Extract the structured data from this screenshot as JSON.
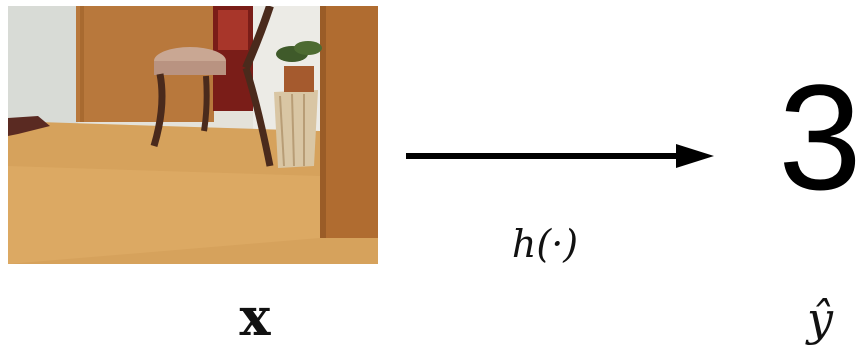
{
  "input": {
    "label": "x",
    "image": "photo-of-room-floor-with-chair"
  },
  "mapping": {
    "function_label": "h(·)",
    "arrow": "right-arrow-icon"
  },
  "output": {
    "value": "3",
    "label": "ŷ"
  },
  "colors": {
    "ink": "#000000",
    "floor": "#d9a55e",
    "wall": "#e6e4dc",
    "door": "#b9773a"
  }
}
